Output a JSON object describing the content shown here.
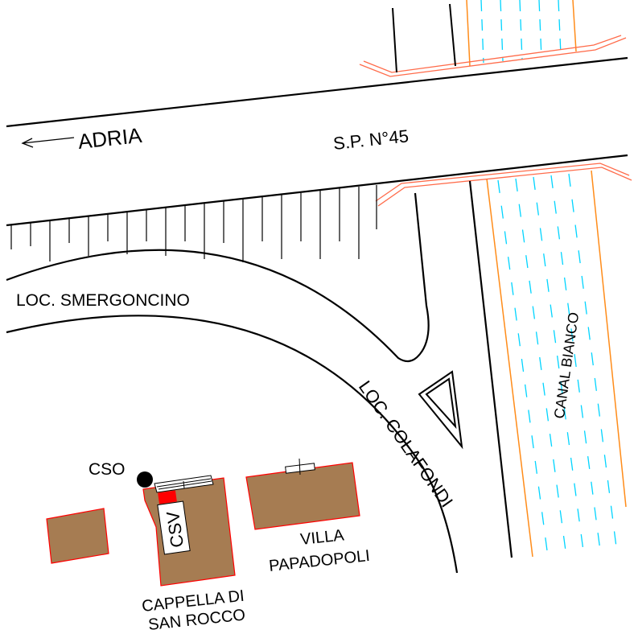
{
  "labels": {
    "direction": "ADRIA",
    "road": "S.P. N°45",
    "locality_north": "LOC. SMERGONCINO",
    "locality_south": "LOC. COLAFONDI",
    "canal": "CANAL BIANCO",
    "cso": "CSO",
    "csv": "CSV",
    "villa_line1": "VILLA",
    "villa_line2": "PAPADOPOLI",
    "chapel_line1": "CAPPELLA DI",
    "chapel_line2": "SAN ROCCO"
  },
  "colors": {
    "background": "#ffffff",
    "line": "#000000",
    "building_fill": "#a67c52",
    "building_outline": "#ff0000",
    "canal_bank": "#ff8c1a",
    "water_dash": "#00d4ff",
    "bridge_rail": "#ff6b4a"
  }
}
